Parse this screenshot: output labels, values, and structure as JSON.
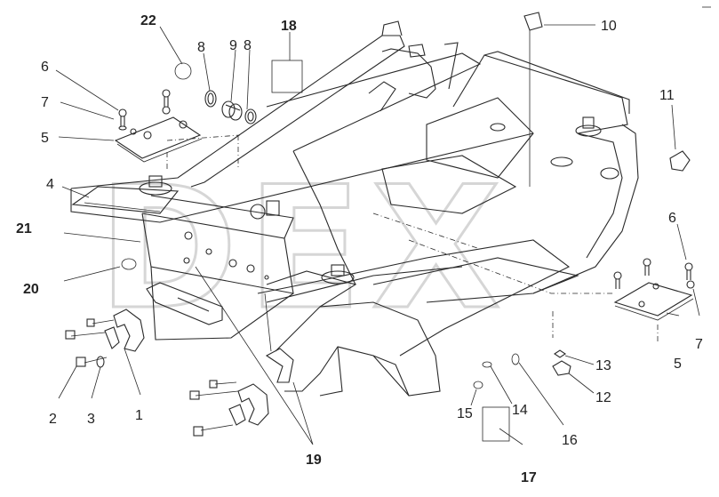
{
  "callouts": [
    {
      "id": "22",
      "bold": true
    },
    {
      "id": "18",
      "bold": true
    },
    {
      "id": "8a",
      "text": "8",
      "bold": false
    },
    {
      "id": "9",
      "bold": false
    },
    {
      "id": "8b",
      "text": "8",
      "bold": false
    },
    {
      "id": "10",
      "bold": false
    },
    {
      "id": "11",
      "bold": false
    },
    {
      "id": "6a",
      "text": "6",
      "bold": false
    },
    {
      "id": "7a",
      "text": "7",
      "bold": false
    },
    {
      "id": "5a",
      "text": "5",
      "bold": false
    },
    {
      "id": "4",
      "bold": false
    },
    {
      "id": "21",
      "bold": true
    },
    {
      "id": "20",
      "bold": true
    },
    {
      "id": "6b",
      "text": "6",
      "bold": false
    },
    {
      "id": "7b",
      "text": "7",
      "bold": false
    },
    {
      "id": "5b",
      "text": "5",
      "bold": false
    },
    {
      "id": "13",
      "bold": false
    },
    {
      "id": "12",
      "bold": false
    },
    {
      "id": "14",
      "bold": false
    },
    {
      "id": "15",
      "bold": false
    },
    {
      "id": "16",
      "bold": false
    },
    {
      "id": "17",
      "bold": true
    },
    {
      "id": "19",
      "bold": true
    },
    {
      "id": "1",
      "bold": false
    },
    {
      "id": "2",
      "bold": false
    },
    {
      "id": "3",
      "bold": false
    }
  ],
  "watermark": "DEX"
}
